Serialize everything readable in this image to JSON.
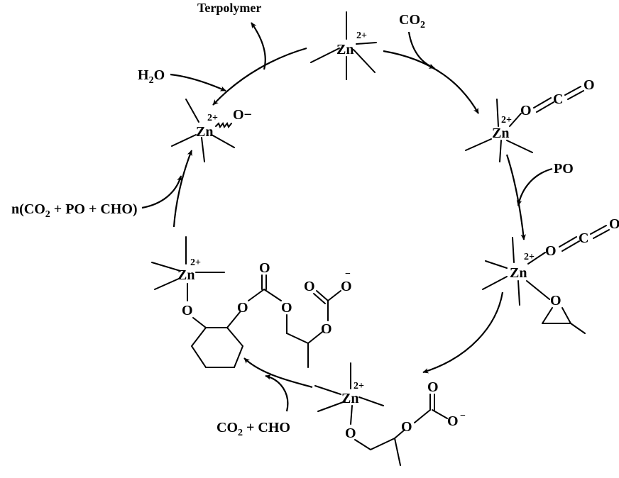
{
  "labels": {
    "terpolymer": "Terpolymer",
    "h2o_main": "H",
    "h2o_sub": "2",
    "h2o_tail": "O",
    "co2_main": "CO",
    "co2_sub": "2",
    "po": "PO",
    "feed_prefix": "n(CO",
    "feed_sub": "2",
    "feed_rest": " + PO + CHO)",
    "co2cho_main": "CO",
    "co2cho_sub": "2",
    "co2cho_rest": " + CHO"
  },
  "atoms": {
    "zn": "Zn",
    "charge": "2+",
    "o": "O",
    "o_minus": "O−",
    "c": "C",
    "minus": "−"
  },
  "colors": {
    "ink": "#000000",
    "background": "#ffffff"
  }
}
